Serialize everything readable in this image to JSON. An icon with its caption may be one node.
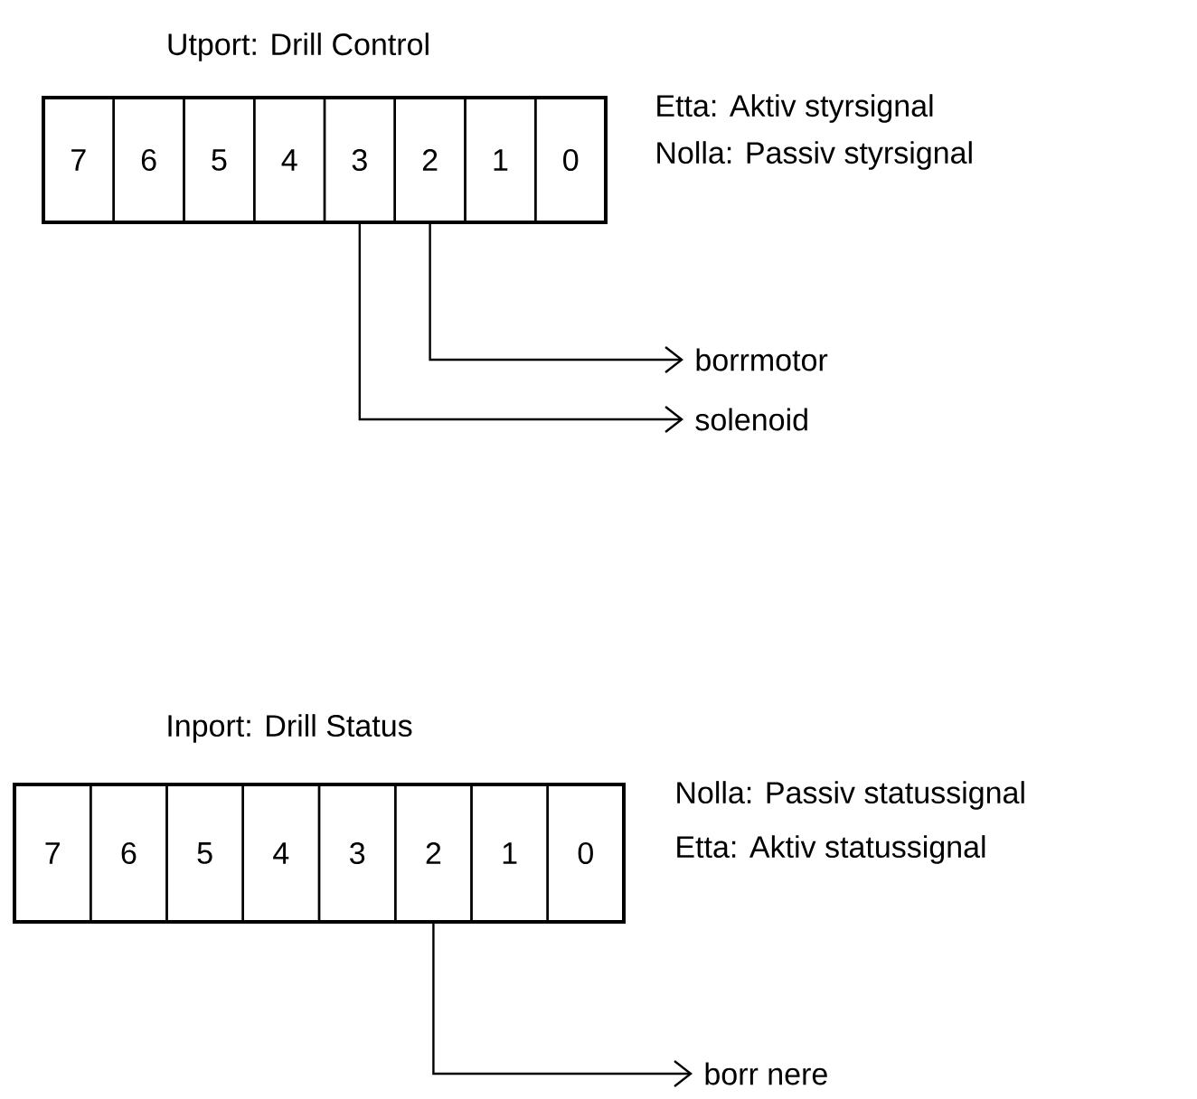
{
  "diagram": {
    "nodes": [
      {
        "text": [
          "Utport: Drill Control"
        ]
      },
      {
        "text": [
          "7"
        ],
        "in": 0
      },
      {
        "text": [
          "6"
        ],
        "in": 0
      },
      {
        "text": [
          "5"
        ],
        "in": 0
      },
      {
        "text": [
          "4"
        ],
        "in": 0
      },
      {
        "text": [
          "3"
        ],
        "in": 0
      },
      {
        "text": [
          "2"
        ],
        "in": 0
      },
      {
        "text": [
          "1"
        ],
        "in": 0
      },
      {
        "text": [
          "0"
        ],
        "in": 0
      },
      {
        "text": [
          "borrmotor"
        ]
      },
      {
        "text": [
          "solenoid"
        ]
      },
      {
        "text": [
          "Inport: Drill Status"
        ]
      },
      {
        "text": [
          "7"
        ],
        "in": 11
      },
      {
        "text": [
          "6"
        ],
        "in": 11
      },
      {
        "text": [
          "5"
        ],
        "in": 11
      },
      {
        "text": [
          "4"
        ],
        "in": 11
      },
      {
        "text": [
          "3"
        ],
        "in": 11
      },
      {
        "text": [
          "2"
        ],
        "in": 11
      },
      {
        "text": [
          "1"
        ],
        "in": 11
      },
      {
        "text": [
          "0"
        ],
        "in": 11
      },
      {
        "text": [
          "borr nere"
        ]
      }
    ],
    "edges": [
      {
        "from": 6,
        "to": 9,
        "arrow": "to"
      },
      {
        "from": 5,
        "to": 10,
        "arrow": "to"
      },
      {
        "from": 17,
        "to": 20,
        "arrow": "to"
      }
    ],
    "labels": [
      "Etta: Aktiv styrsignal",
      "Nolla: Passiv styrsignal",
      "Nolla: Passiv statussignal",
      "Etta: Aktiv statussignal"
    ]
  }
}
